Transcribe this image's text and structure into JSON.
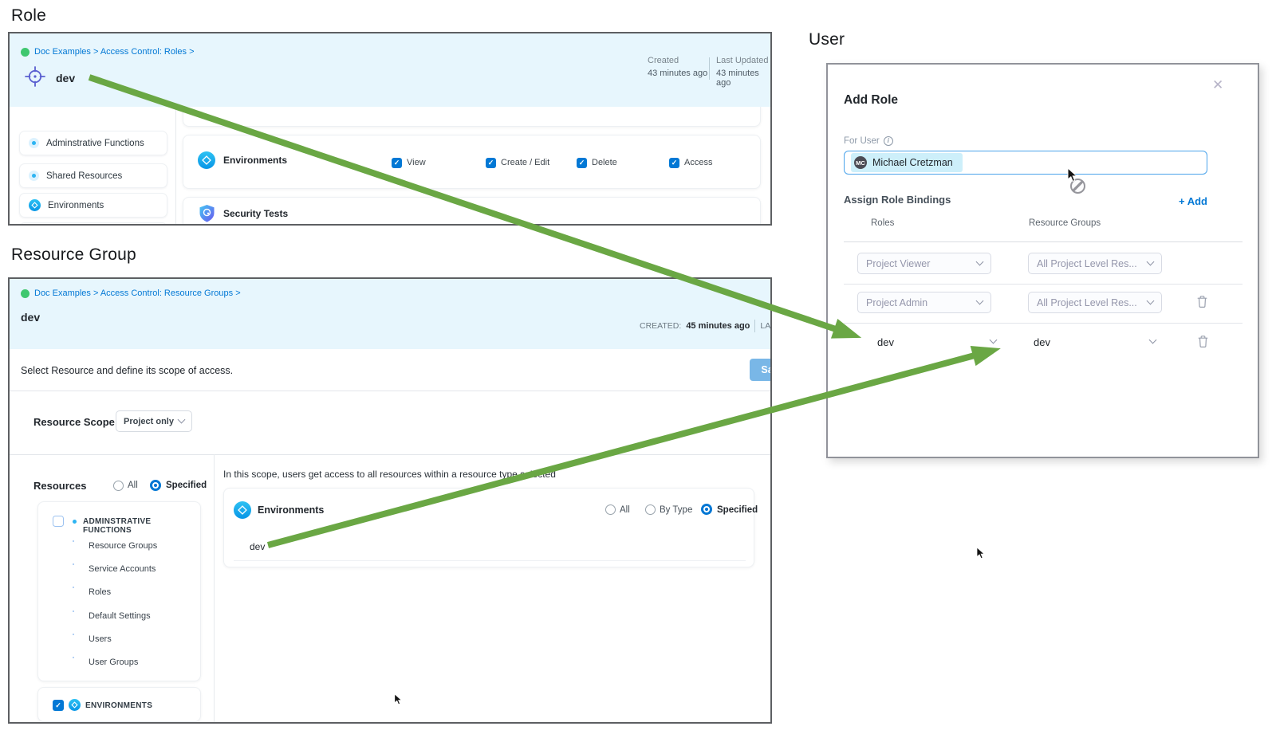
{
  "sections": {
    "role": "Role",
    "resource_group": "Resource Group",
    "user": "User"
  },
  "icons": {
    "close": "✕",
    "check": "✓",
    "info": "i"
  },
  "role_panel": {
    "breadcrumb": "Doc Examples > Access Control: Roles >",
    "title": "dev",
    "created_label": "Created",
    "created_value": "43 minutes ago",
    "updated_label": "Last Updated",
    "updated_value": "43 minutes ago",
    "sidebar": [
      "Adminstrative Functions",
      "Shared Resources",
      "Environments"
    ],
    "resource_name": "Environments",
    "permissions": [
      "View",
      "Create / Edit",
      "Delete",
      "Access"
    ],
    "security_resource": "Security Tests"
  },
  "resource_group_panel": {
    "breadcrumb": "Doc Examples > Access Control: Resource Groups >",
    "title": "dev",
    "created_label": "CREATED:",
    "created_value": "45 minutes ago",
    "updated_label": "LAST UPD",
    "description": "Select Resource and define its scope of access.",
    "save_label": "Save",
    "resource_scope_label": "Resource Scope",
    "resource_scope_value": "Project only",
    "resources_label": "Resources",
    "radio_all": "All",
    "radio_specified": "Specified",
    "tree_parent": "ADMINSTRATIVE FUNCTIONS",
    "tree_children": [
      "Resource Groups",
      "Service Accounts",
      "Roles",
      "Default Settings",
      "Users",
      "User Groups"
    ],
    "env_group": "ENVIRONMENTS",
    "scope_hint": "In this scope, users get access to all resources within a resource type selected",
    "env_card": {
      "name": "Environments",
      "radio_all": "All",
      "radio_by_type": "By Type",
      "radio_specified": "Specified",
      "value": "dev"
    }
  },
  "dialog": {
    "title": "Add Role",
    "for_user_label": "For User",
    "user_name": "Michael Cretzman",
    "user_initials": "MC",
    "assign_label": "Assign Role Bindings",
    "add_label": "+ Add",
    "col_roles": "Roles",
    "col_groups": "Resource Groups",
    "bindings": [
      {
        "role": "Project Viewer",
        "group": "All Project Level Res..."
      },
      {
        "role": "Project Admin",
        "group": "All Project Level Res..."
      },
      {
        "role": "dev",
        "group": "dev"
      }
    ]
  },
  "colors": {
    "accent_blue": "#0278d5",
    "arrow_green": "#6aa744",
    "header_blue": "#e7f6fd",
    "env_icon_blue": "#0ab0f1"
  }
}
